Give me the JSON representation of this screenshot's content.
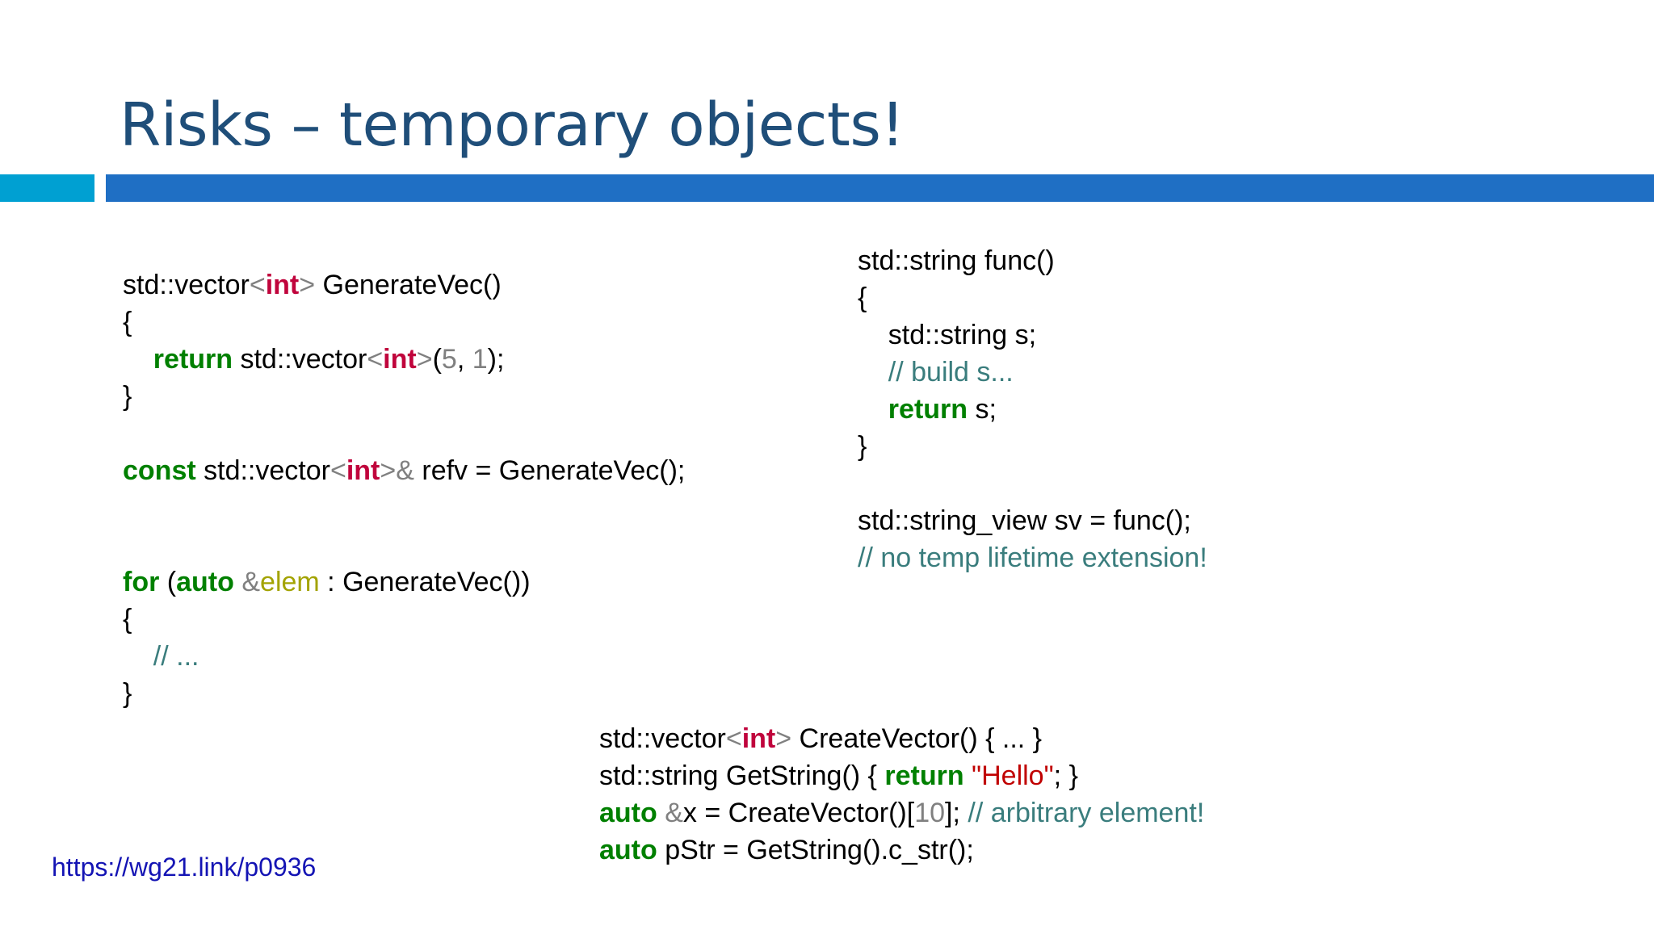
{
  "slide": {
    "title": "Risks – temporary objects!",
    "title_color": "#1f4e79",
    "background": "#ffffff"
  },
  "divider": {
    "left_color": "#00a0d2",
    "right_color": "#1f6fc4"
  },
  "footer": {
    "link_text": "https://wg21.link/p0936",
    "link_color": "#1414b4"
  },
  "syntax_colors": {
    "keyword": "#008000",
    "type": "#c0043c",
    "punctuation": "#808080",
    "variable": "#a3a300",
    "comment": "#3a7d7d",
    "string": "#c00000",
    "text": "#000000"
  },
  "code_left": {
    "lines": [
      [
        {
          "t": "std::vector",
          "c": "plain"
        },
        {
          "t": "<",
          "c": "pun"
        },
        {
          "t": "int",
          "c": "typ"
        },
        {
          "t": ">",
          "c": "pun"
        },
        {
          "t": " GenerateVec()",
          "c": "plain"
        }
      ],
      [
        {
          "t": "{",
          "c": "plain"
        }
      ],
      [
        {
          "t": "    ",
          "c": "plain"
        },
        {
          "t": "return",
          "c": "kw"
        },
        {
          "t": " std::vector",
          "c": "plain"
        },
        {
          "t": "<",
          "c": "pun"
        },
        {
          "t": "int",
          "c": "typ"
        },
        {
          "t": ">",
          "c": "pun"
        },
        {
          "t": "(",
          "c": "plain"
        },
        {
          "t": "5",
          "c": "num"
        },
        {
          "t": ", ",
          "c": "plain"
        },
        {
          "t": "1",
          "c": "num"
        },
        {
          "t": ");",
          "c": "plain"
        }
      ],
      [
        {
          "t": "}",
          "c": "plain"
        }
      ],
      [
        {
          "t": "",
          "c": "plain"
        }
      ],
      [
        {
          "t": "const",
          "c": "kw"
        },
        {
          "t": " std::vector",
          "c": "plain"
        },
        {
          "t": "<",
          "c": "pun"
        },
        {
          "t": "int",
          "c": "typ"
        },
        {
          "t": ">",
          "c": "pun"
        },
        {
          "t": "&",
          "c": "pun"
        },
        {
          "t": " refv = GenerateVec();",
          "c": "plain"
        }
      ],
      [
        {
          "t": "",
          "c": "plain"
        }
      ],
      [
        {
          "t": "",
          "c": "plain"
        }
      ],
      [
        {
          "t": "for",
          "c": "kw"
        },
        {
          "t": " (",
          "c": "plain"
        },
        {
          "t": "auto",
          "c": "kw"
        },
        {
          "t": " ",
          "c": "plain"
        },
        {
          "t": "&",
          "c": "pun"
        },
        {
          "t": "elem",
          "c": "var"
        },
        {
          "t": " : GenerateVec())",
          "c": "plain"
        }
      ],
      [
        {
          "t": "{",
          "c": "plain"
        }
      ],
      [
        {
          "t": "    ",
          "c": "plain"
        },
        {
          "t": "// ...",
          "c": "cmt"
        }
      ],
      [
        {
          "t": "}",
          "c": "plain"
        }
      ]
    ]
  },
  "code_right": {
    "lines": [
      [
        {
          "t": "std::string func()",
          "c": "plain"
        }
      ],
      [
        {
          "t": "{",
          "c": "plain"
        }
      ],
      [
        {
          "t": "    std::string s;",
          "c": "plain"
        }
      ],
      [
        {
          "t": "    ",
          "c": "plain"
        },
        {
          "t": "// build s...",
          "c": "cmt"
        }
      ],
      [
        {
          "t": "    ",
          "c": "plain"
        },
        {
          "t": "return",
          "c": "kw"
        },
        {
          "t": " s;",
          "c": "plain"
        }
      ],
      [
        {
          "t": "}",
          "c": "plain"
        }
      ],
      [
        {
          "t": "",
          "c": "plain"
        }
      ],
      [
        {
          "t": "std::string_view sv = func();",
          "c": "plain"
        }
      ],
      [
        {
          "t": "// no temp lifetime extension!",
          "c": "cmt"
        }
      ]
    ]
  },
  "code_bottom": {
    "lines": [
      [
        {
          "t": "std::vector",
          "c": "plain"
        },
        {
          "t": "<",
          "c": "pun"
        },
        {
          "t": "int",
          "c": "typ"
        },
        {
          "t": ">",
          "c": "pun"
        },
        {
          "t": " CreateVector() { ... }",
          "c": "plain"
        }
      ],
      [
        {
          "t": "std::string GetString() { ",
          "c": "plain"
        },
        {
          "t": "return",
          "c": "kw"
        },
        {
          "t": " ",
          "c": "plain"
        },
        {
          "t": "\"Hello\"",
          "c": "str"
        },
        {
          "t": "; }",
          "c": "plain"
        }
      ],
      [
        {
          "t": "auto",
          "c": "kw"
        },
        {
          "t": " ",
          "c": "plain"
        },
        {
          "t": "&",
          "c": "pun"
        },
        {
          "t": "x = CreateVector()[",
          "c": "plain"
        },
        {
          "t": "10",
          "c": "num"
        },
        {
          "t": "]; ",
          "c": "plain"
        },
        {
          "t": "// arbitrary element!",
          "c": "cmt"
        }
      ],
      [
        {
          "t": "auto",
          "c": "kw"
        },
        {
          "t": " pStr = GetString().c_str();",
          "c": "plain"
        }
      ]
    ]
  }
}
